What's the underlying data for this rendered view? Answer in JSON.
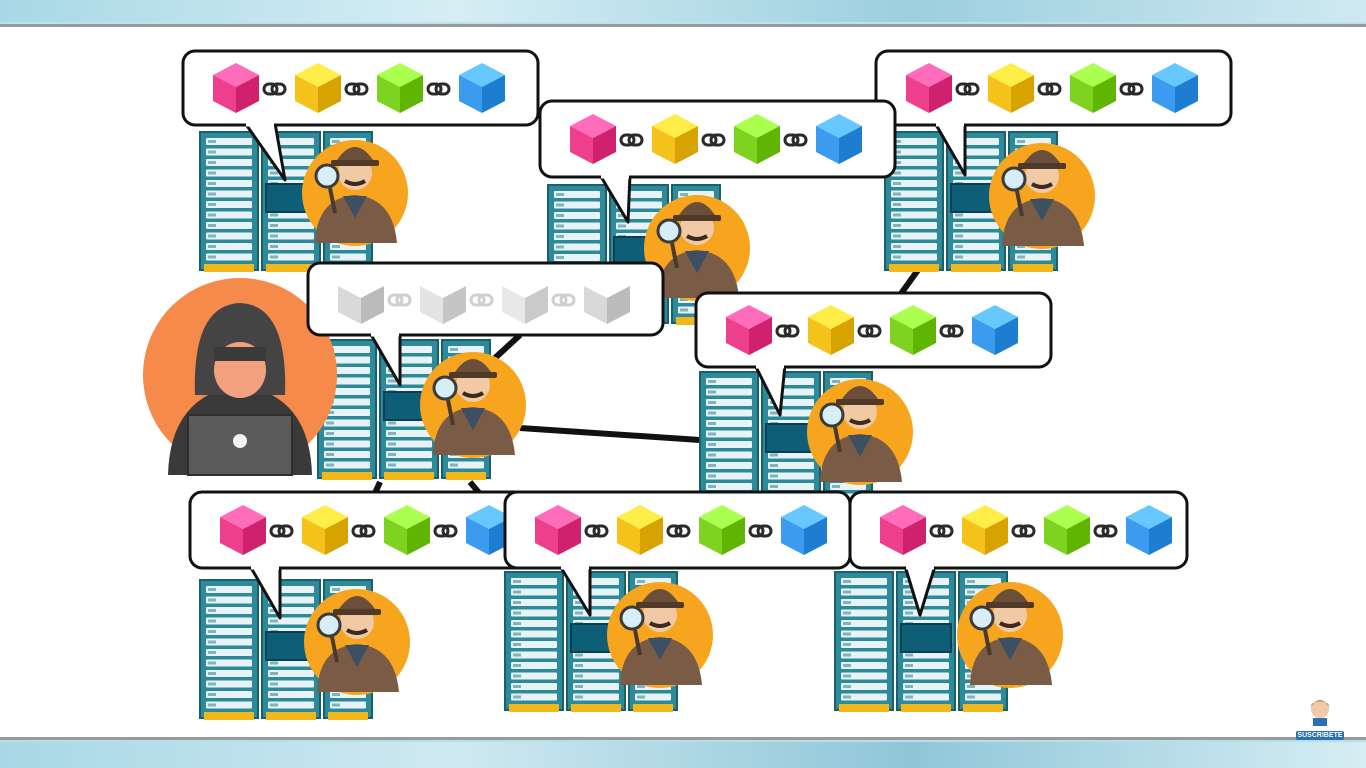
{
  "colors": {
    "block_pink": "#ee3f8c",
    "block_yellow": "#f5c11b",
    "block_green": "#7ed321",
    "block_blue": "#3a9bef",
    "block_corrupt": "#d9d9d9",
    "hacker_circle": "#f58a4a",
    "detective_circle": "#f7a51e",
    "server_teal": "#2c8a9a",
    "link_line": "#111111"
  },
  "icons": {
    "hacker": "hacker-icon",
    "node": "server-rack-icon",
    "validator": "detective-icon",
    "block": "block-cube-icon",
    "link": "chain-link-icon",
    "subscribe": "subscriber-avatar-icon"
  },
  "nodes": [
    {
      "id": "node-1",
      "chain": "valid"
    },
    {
      "id": "node-2",
      "chain": "valid"
    },
    {
      "id": "node-3",
      "chain": "valid"
    },
    {
      "id": "node-4",
      "chain": "corrupted"
    },
    {
      "id": "node-5",
      "chain": "valid"
    },
    {
      "id": "node-6",
      "chain": "valid"
    },
    {
      "id": "node-7",
      "chain": "valid"
    },
    {
      "id": "node-8",
      "chain": "valid"
    }
  ],
  "subscribe": {
    "label": "SUSCRIBETE"
  }
}
